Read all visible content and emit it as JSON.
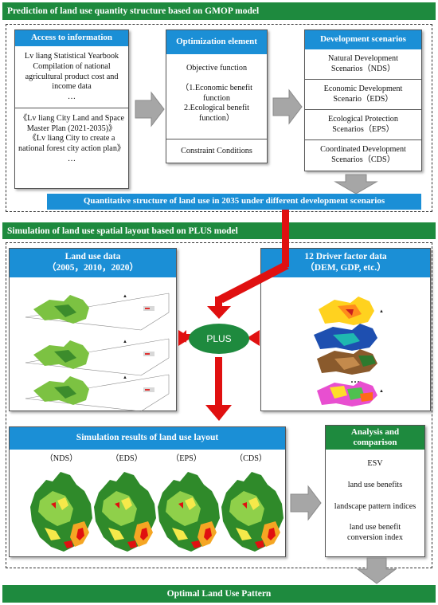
{
  "section1": {
    "title": "Prediction of land use quantity structure based on GMOP model",
    "access": {
      "header": "Access to information",
      "group1": [
        "Lv liang Statistical Yearbook",
        "Compilation of national agricultural product cost and income data",
        "…"
      ],
      "group2": [
        "《Lv liang City Land and Space Master Plan (2021-2035)》",
        "《Lv liang City to create a national forest city action plan》",
        "…"
      ]
    },
    "optimization": {
      "header": "Optimization element",
      "objective_title": "Objective function",
      "objective_items": [
        "（1.Economic benefit function",
        "2.Ecological benefit function）"
      ],
      "constraint": "Constraint Conditions"
    },
    "scenarios": {
      "header": "Development scenarios",
      "items": [
        "Natural Development Scenarios（NDS）",
        "Economic Development Scenario（EDS）",
        "Ecological Protection Scenarios（EPS）",
        "Coordinated Development Scenarios（CDS）"
      ]
    },
    "quantitative_bar": "Quantitative structure of land use in 2035 under different development scenarios"
  },
  "section2": {
    "title": "Simulation of land use spatial layout based on PLUS model",
    "land_use": {
      "header_line1": "Land use data",
      "header_line2": "（2005，2010，2020）"
    },
    "driver": {
      "header_line1": "12 Driver factor data",
      "header_line2": "（DEM, GDP, etc.）",
      "ellipsis": "…"
    },
    "plus_label": "PLUS",
    "results": {
      "header": "Simulation results of land use layout",
      "labels": [
        "（NDS）",
        "（EDS）",
        "（EPS）",
        "（CDS）"
      ]
    },
    "analysis": {
      "header": "Analysis and comparison",
      "items": [
        "ESV",
        "land use benefits",
        "landscape pattern indices",
        "land use benefit conversion index"
      ]
    }
  },
  "final_bar": "Optimal Land Use Pattern",
  "colors": {
    "green": "#1e8a3e",
    "blue": "#1b8fd6",
    "red": "#e01010",
    "arrow_gray": "#a6a6a6"
  }
}
